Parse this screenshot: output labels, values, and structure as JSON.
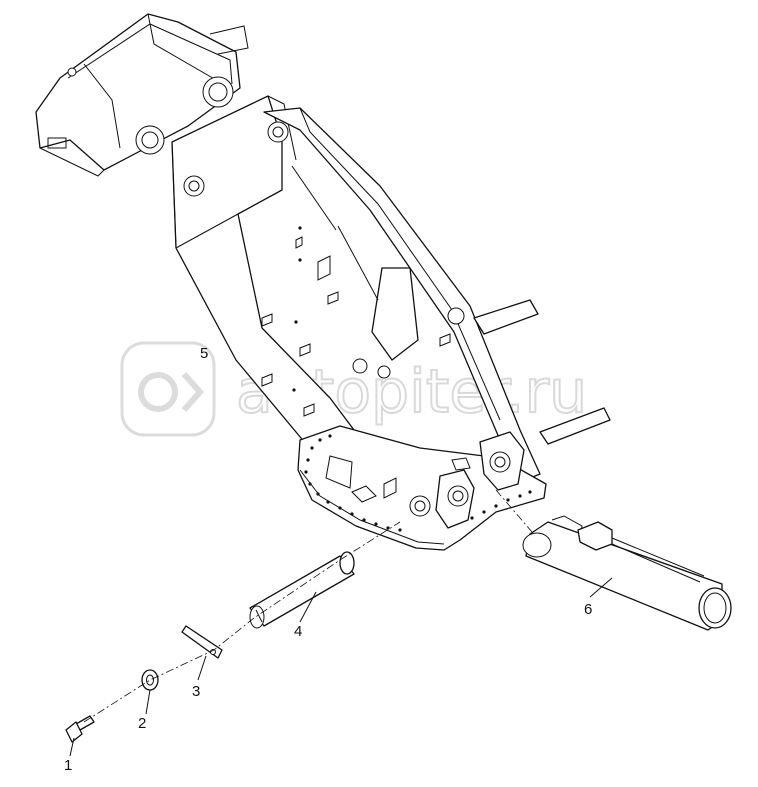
{
  "watermark": {
    "logo_text": "a>",
    "site_text": "autopiter.ru"
  },
  "callouts": [
    {
      "id": "bolt",
      "label": "1"
    },
    {
      "id": "washer",
      "label": "2"
    },
    {
      "id": "lock-plate",
      "label": "3"
    },
    {
      "id": "pin",
      "label": "4"
    },
    {
      "id": "boom-frame",
      "label": "5"
    },
    {
      "id": "hydraulic-cylinder",
      "label": "6"
    }
  ]
}
